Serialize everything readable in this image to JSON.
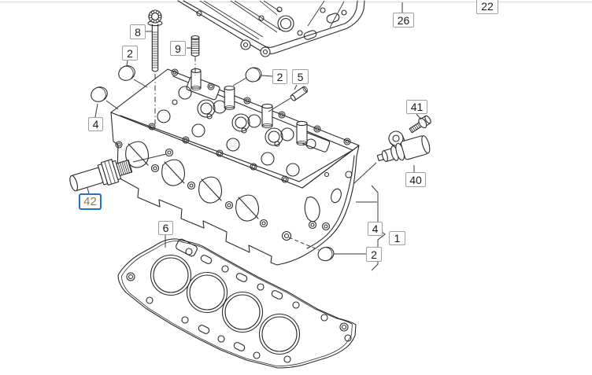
{
  "page": {
    "background": "#ffffff",
    "top_rule_color": "#d8d8d8",
    "line_color": "#2b2b2b"
  },
  "highlight": {
    "selected_part": "42",
    "border_color": "#2273c4",
    "text_color": "#8a7a52"
  },
  "callouts": {
    "bolt_8": "8",
    "plug_2_left": "2",
    "stud_9": "9",
    "cap_4_left": "4",
    "sensor_42": "42",
    "plug_2_mid": "2",
    "pin_5": "5",
    "gasket_26": "26",
    "cover_22": "22",
    "bolt_41": "41",
    "sensor_40": "40",
    "group_4": "4",
    "head_1": "1",
    "plug_2_right": "2",
    "gasket_6": "6"
  }
}
